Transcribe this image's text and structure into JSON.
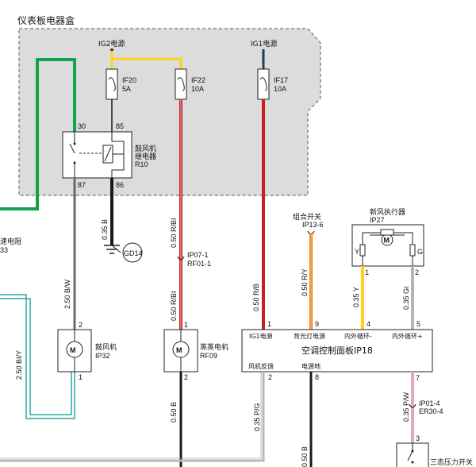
{
  "colors": {
    "panel_fill": "#dcdcdc",
    "green": "#13a34a",
    "yellow": "#ffd21a",
    "red": "#c81e1e",
    "pink": "#e89a9a",
    "navy": "#203a66",
    "black": "#1a1a1a",
    "gray": "#6a6a6a",
    "orange": "#f07a12",
    "lightgray": "#b5b5b5",
    "teal": "#2ba7a1",
    "lightpink": "#e6a6c2",
    "lightgray2": "#b8b8b8"
  },
  "panel": {
    "title": "仪表板电器盒"
  },
  "sources": {
    "ig2": "IG2电源",
    "ig1": "IG1电源"
  },
  "fuses": [
    {
      "id": "IF20",
      "rating": "5A"
    },
    {
      "id": "IF22",
      "rating": "10A"
    },
    {
      "id": "IF17",
      "rating": "10A"
    }
  ],
  "relay": {
    "name_line1": "鼓风机",
    "name_line2": "继电器",
    "id": "R10",
    "pins": {
      "p30": "30",
      "p85": "85",
      "p87": "87",
      "p86": "86"
    }
  },
  "ground": {
    "wire": "0.35  B",
    "label": "GD14"
  },
  "connectors": {
    "ip07": "IP07-1",
    "rf01": "RF01-1",
    "ip13": "IP13-6",
    "ip01": "IP01-4",
    "er30": "ER30-4"
  },
  "motors": {
    "blower": {
      "name": "鼓风机",
      "id": "IP32",
      "pin_top": "2",
      "pin_bottom": "1"
    },
    "evap": {
      "name": "蒸蒸电机",
      "id": "RF09",
      "pin_top": "1",
      "pin_bottom": "2"
    }
  },
  "wires": {
    "w_050rbi_a": "0.50  R/BI",
    "w_050rbi_b": "0.50  R/BI",
    "w_050rb": "0.50  R/B",
    "w_250bw": "2.50  B/W",
    "w_250biy": "2.50  BI/Y",
    "w_050ry": "0.50  R/Y",
    "w_035y": "0.35  Y",
    "w_035gr": "0.35  Gr",
    "w_050b_a": "0.50  B",
    "w_035pg": "0.35  P/G",
    "w_050b_b": "0.50  B",
    "w_035pw": "0.35  P/W"
  },
  "combo_switch": "组合开关",
  "resistor_left": {
    "line1": "速电阻",
    "line2": "33"
  },
  "actuator": {
    "title": "新风执行器",
    "id": "IP27",
    "pin1": "1",
    "pin2": "2",
    "lb": "Y",
    "rb": "G"
  },
  "control_panel": {
    "title": "空调控制面板IP18",
    "top_labels": [
      "IG1电源",
      "背光灯电源",
      "内外循环-",
      "内外循环+"
    ],
    "top_pins": [
      "1",
      "9",
      "4",
      "5"
    ],
    "bottom_labels": [
      "风机反馈",
      "电源地"
    ],
    "bottom_pins": [
      "2",
      "8"
    ]
  },
  "pressure_switch": {
    "label": "三态压力开关",
    "pin": "3",
    "pin2": "7"
  }
}
